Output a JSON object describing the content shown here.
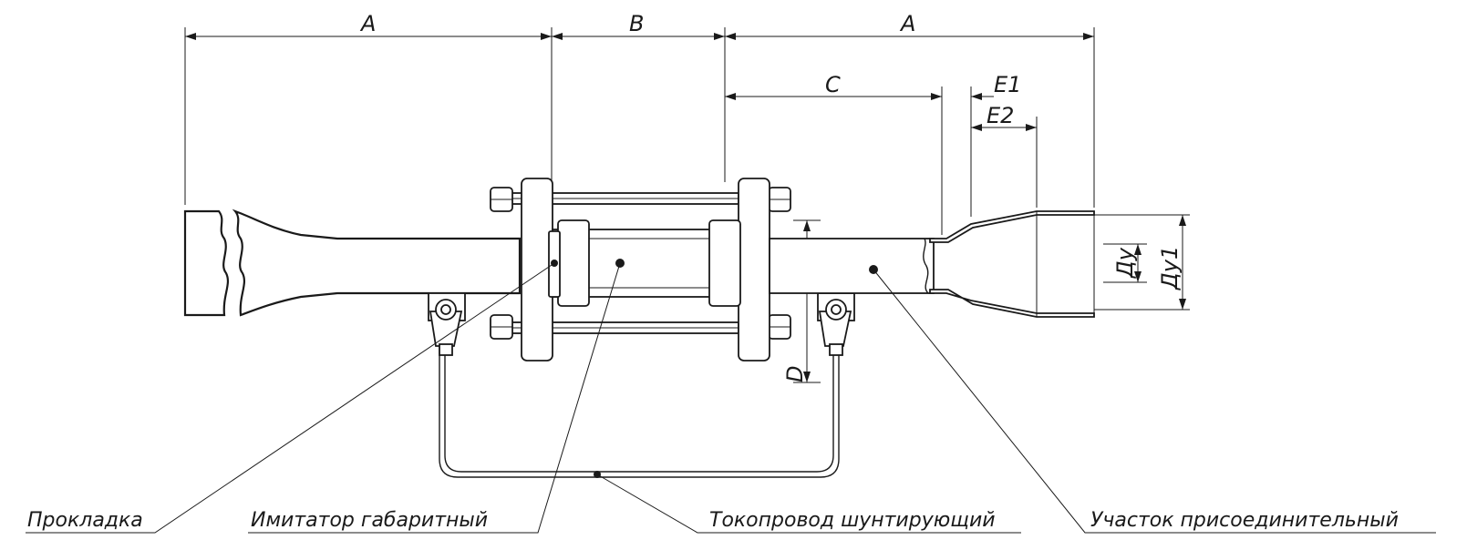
{
  "dimensions": {
    "a_left": "A",
    "b_mid": "B",
    "a_right": "A",
    "c": "C",
    "e1": "E1",
    "e2": "E2",
    "d": "D",
    "du": "Ду",
    "du1": "Ду1"
  },
  "callouts": {
    "gasket": "Прокладка",
    "dimension_simulator": "Имитатор габаритный",
    "shunt_conductor": "Токопровод шунтирующий",
    "connection_section": "Участок присоединительный"
  }
}
